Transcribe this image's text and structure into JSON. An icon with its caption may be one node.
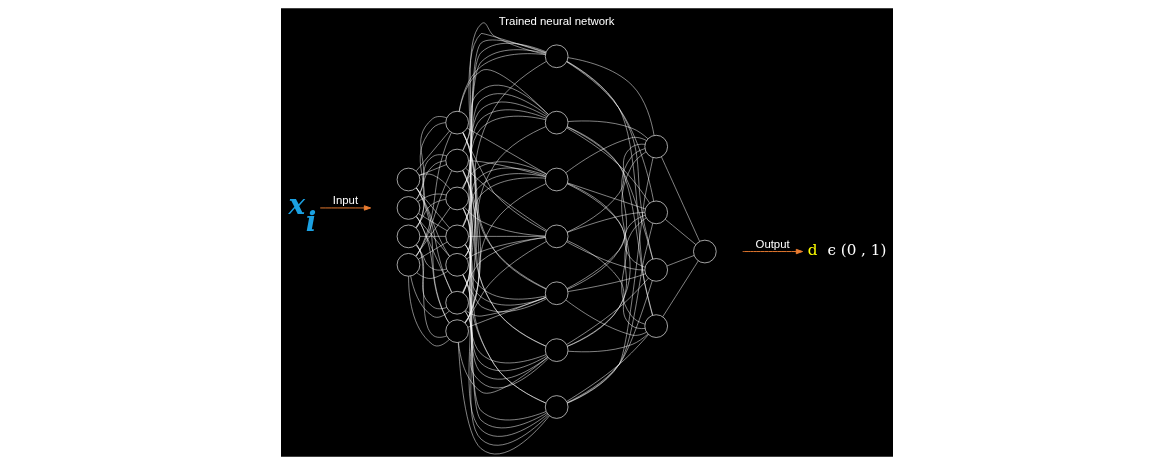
{
  "diagram": {
    "nodes": [
      {
        "text": [
          "x$_{i}$"
        ]
      },
      {
        "text": [],
        "shape": "circle"
      },
      {
        "text": [],
        "shape": "circle"
      },
      {
        "text": [],
        "shape": "circle"
      },
      {
        "text": [],
        "shape": "circle"
      },
      {
        "text": [],
        "shape": "circle"
      },
      {
        "text": [],
        "shape": "circle"
      },
      {
        "text": [],
        "shape": "circle"
      },
      {
        "text": [],
        "shape": "circle"
      },
      {
        "text": [],
        "shape": "circle"
      },
      {
        "text": [],
        "shape": "circle"
      },
      {
        "text": [],
        "shape": "circle"
      },
      {
        "text": [],
        "shape": "circle"
      },
      {
        "text": [],
        "shape": "circle"
      },
      {
        "text": [],
        "shape": "circle"
      },
      {
        "text": [],
        "shape": "circle"
      },
      {
        "text": [],
        "shape": "circle"
      },
      {
        "text": [],
        "shape": "circle"
      },
      {
        "text": [],
        "shape": "circle"
      },
      {
        "text": [],
        "shape": "circle"
      },
      {
        "text": [],
        "shape": "circle"
      },
      {
        "text": [],
        "shape": "circle"
      },
      {
        "text": [],
        "shape": "circle"
      },
      {
        "text": [],
        "shape": "circle"
      },
      {
        "text": [
          "d ϵ (0 , 1)"
        ]
      }
    ],
    "edges": [
      {
        "from": 0,
        "to": null,
        "arrow": "to",
        "label": "Input",
        "color": "#ed7d31"
      },
      {
        "from": 1,
        "to": 5,
        "arrow": "none"
      },
      {
        "from": 1,
        "to": 6,
        "arrow": "none"
      },
      {
        "from": 1,
        "to": 7,
        "arrow": "none"
      },
      {
        "from": 1,
        "to": 8,
        "arrow": "none"
      },
      {
        "from": 1,
        "to": 9,
        "arrow": "none"
      },
      {
        "from": 1,
        "to": 10,
        "arrow": "none"
      },
      {
        "from": 1,
        "to": 11,
        "arrow": "none"
      },
      {
        "from": 2,
        "to": 5,
        "arrow": "none"
      },
      {
        "from": 2,
        "to": 6,
        "arrow": "none"
      },
      {
        "from": 2,
        "to": 7,
        "arrow": "none"
      },
      {
        "from": 2,
        "to": 8,
        "arrow": "none"
      },
      {
        "from": 2,
        "to": 9,
        "arrow": "none"
      },
      {
        "from": 2,
        "to": 10,
        "arrow": "none"
      },
      {
        "from": 2,
        "to": 11,
        "arrow": "none"
      },
      {
        "from": 3,
        "to": 5,
        "arrow": "none"
      },
      {
        "from": 3,
        "to": 6,
        "arrow": "none"
      },
      {
        "from": 3,
        "to": 7,
        "arrow": "none"
      },
      {
        "from": 3,
        "to": 8,
        "arrow": "none"
      },
      {
        "from": 3,
        "to": 9,
        "arrow": "none"
      },
      {
        "from": 3,
        "to": 10,
        "arrow": "none"
      },
      {
        "from": 3,
        "to": 11,
        "arrow": "none"
      },
      {
        "from": 4,
        "to": 5,
        "arrow": "none"
      },
      {
        "from": 4,
        "to": 6,
        "arrow": "none"
      },
      {
        "from": 4,
        "to": 7,
        "arrow": "none"
      },
      {
        "from": 4,
        "to": 8,
        "arrow": "none"
      },
      {
        "from": 4,
        "to": 9,
        "arrow": "none"
      },
      {
        "from": 4,
        "to": 10,
        "arrow": "none"
      },
      {
        "from": 4,
        "to": 11,
        "arrow": "none"
      },
      {
        "from": 5,
        "to": 12,
        "arrow": "none"
      },
      {
        "from": 5,
        "to": 13,
        "arrow": "none"
      },
      {
        "from": 5,
        "to": 14,
        "arrow": "none"
      },
      {
        "from": 5,
        "to": 15,
        "arrow": "none"
      },
      {
        "from": 5,
        "to": 16,
        "arrow": "none"
      },
      {
        "from": 5,
        "to": 17,
        "arrow": "none"
      },
      {
        "from": 5,
        "to": 18,
        "arrow": "none"
      },
      {
        "from": 6,
        "to": 12,
        "arrow": "none"
      },
      {
        "from": 6,
        "to": 13,
        "arrow": "none"
      },
      {
        "from": 6,
        "to": 14,
        "arrow": "none"
      },
      {
        "from": 6,
        "to": 15,
        "arrow": "none"
      },
      {
        "from": 6,
        "to": 16,
        "arrow": "none"
      },
      {
        "from": 6,
        "to": 17,
        "arrow": "none"
      },
      {
        "from": 6,
        "to": 18,
        "arrow": "none"
      },
      {
        "from": 7,
        "to": 12,
        "arrow": "none"
      },
      {
        "from": 7,
        "to": 13,
        "arrow": "none"
      },
      {
        "from": 7,
        "to": 14,
        "arrow": "none"
      },
      {
        "from": 7,
        "to": 15,
        "arrow": "none"
      },
      {
        "from": 7,
        "to": 16,
        "arrow": "none"
      },
      {
        "from": 7,
        "to": 17,
        "arrow": "none"
      },
      {
        "from": 7,
        "to": 18,
        "arrow": "none"
      },
      {
        "from": 8,
        "to": 12,
        "arrow": "none"
      },
      {
        "from": 8,
        "to": 13,
        "arrow": "none"
      },
      {
        "from": 8,
        "to": 14,
        "arrow": "none"
      },
      {
        "from": 8,
        "to": 15,
        "arrow": "none"
      },
      {
        "from": 8,
        "to": 16,
        "arrow": "none"
      },
      {
        "from": 8,
        "to": 17,
        "arrow": "none"
      },
      {
        "from": 8,
        "to": 18,
        "arrow": "none"
      },
      {
        "from": 9,
        "to": 12,
        "arrow": "none"
      },
      {
        "from": 9,
        "to": 13,
        "arrow": "none"
      },
      {
        "from": 9,
        "to": 14,
        "arrow": "none"
      },
      {
        "from": 9,
        "to": 15,
        "arrow": "none"
      },
      {
        "from": 9,
        "to": 16,
        "arrow": "none"
      },
      {
        "from": 9,
        "to": 17,
        "arrow": "none"
      },
      {
        "from": 9,
        "to": 18,
        "arrow": "none"
      },
      {
        "from": 10,
        "to": 12,
        "arrow": "none"
      },
      {
        "from": 10,
        "to": 13,
        "arrow": "none"
      },
      {
        "from": 10,
        "to": 14,
        "arrow": "none"
      },
      {
        "from": 10,
        "to": 15,
        "arrow": "none"
      },
      {
        "from": 10,
        "to": 16,
        "arrow": "none"
      },
      {
        "from": 10,
        "to": 17,
        "arrow": "none"
      },
      {
        "from": 10,
        "to": 18,
        "arrow": "none"
      },
      {
        "from": 11,
        "to": 12,
        "arrow": "none"
      },
      {
        "from": 11,
        "to": 13,
        "arrow": "none"
      },
      {
        "from": 11,
        "to": 14,
        "arrow": "none"
      },
      {
        "from": 11,
        "to": 15,
        "arrow": "none"
      },
      {
        "from": 11,
        "to": 16,
        "arrow": "none"
      },
      {
        "from": 11,
        "to": 17,
        "arrow": "none"
      },
      {
        "from": 11,
        "to": 18,
        "arrow": "none"
      },
      {
        "from": 12,
        "to": 19,
        "arrow": "none"
      },
      {
        "from": 12,
        "to": 20,
        "arrow": "none"
      },
      {
        "from": 12,
        "to": 21,
        "arrow": "none"
      },
      {
        "from": 12,
        "to": 22,
        "arrow": "none"
      },
      {
        "from": 13,
        "to": 19,
        "arrow": "none"
      },
      {
        "from": 13,
        "to": 20,
        "arrow": "none"
      },
      {
        "from": 13,
        "to": 21,
        "arrow": "none"
      },
      {
        "from": 13,
        "to": 22,
        "arrow": "none"
      },
      {
        "from": 14,
        "to": 19,
        "arrow": "none"
      },
      {
        "from": 14,
        "to": 20,
        "arrow": "none"
      },
      {
        "from": 14,
        "to": 21,
        "arrow": "none"
      },
      {
        "from": 14,
        "to": 22,
        "arrow": "none"
      },
      {
        "from": 15,
        "to": 19,
        "arrow": "none"
      },
      {
        "from": 15,
        "to": 20,
        "arrow": "none"
      },
      {
        "from": 15,
        "to": 21,
        "arrow": "none"
      },
      {
        "from": 15,
        "to": 22,
        "arrow": "none"
      },
      {
        "from": 16,
        "to": 19,
        "arrow": "none"
      },
      {
        "from": 16,
        "to": 20,
        "arrow": "none"
      },
      {
        "from": 16,
        "to": 21,
        "arrow": "none"
      },
      {
        "from": 16,
        "to": 22,
        "arrow": "none"
      },
      {
        "from": 17,
        "to": 19,
        "arrow": "none"
      },
      {
        "from": 17,
        "to": 20,
        "arrow": "none"
      },
      {
        "from": 17,
        "to": 21,
        "arrow": "none"
      },
      {
        "from": 17,
        "to": 22,
        "arrow": "none"
      },
      {
        "from": 18,
        "to": 19,
        "arrow": "none"
      },
      {
        "from": 18,
        "to": 20,
        "arrow": "none"
      },
      {
        "from": 18,
        "to": 21,
        "arrow": "none"
      },
      {
        "from": 18,
        "to": 22,
        "arrow": "none"
      },
      {
        "from": 19,
        "to": 23,
        "arrow": "none"
      },
      {
        "from": 20,
        "to": 23,
        "arrow": "none"
      },
      {
        "from": 21,
        "to": 23,
        "arrow": "none"
      },
      {
        "from": 22,
        "to": 23,
        "arrow": "none"
      },
      {
        "from": null,
        "to": 24,
        "arrow": "to",
        "label": "Output",
        "color": "#ed7d31"
      }
    ],
    "labels": [
      "Trained neural network"
    ]
  }
}
